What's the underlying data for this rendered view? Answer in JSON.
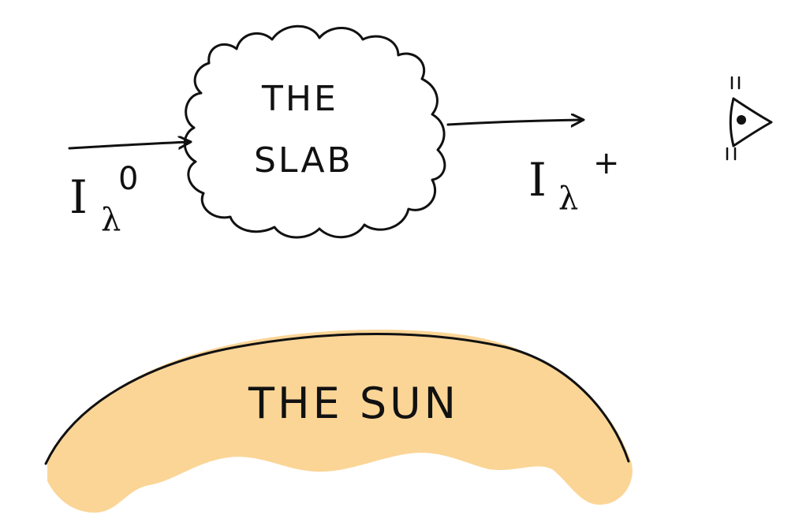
{
  "diagram": {
    "slab_label_line1": "THE",
    "slab_label_line2": "SLAB",
    "sun_label": "THE SUN",
    "incoming_intensity": {
      "symbol": "I",
      "subscript": "λ",
      "superscript": "0"
    },
    "outgoing_intensity": {
      "symbol": "I",
      "subscript": "λ",
      "superscript": "+"
    },
    "colors": {
      "ink": "#111111",
      "sun_fill": "#FBD596",
      "background": "#FFFFFF"
    },
    "icons": [
      "eye-icon",
      "cloud-shape",
      "arrow-right-icon"
    ]
  }
}
